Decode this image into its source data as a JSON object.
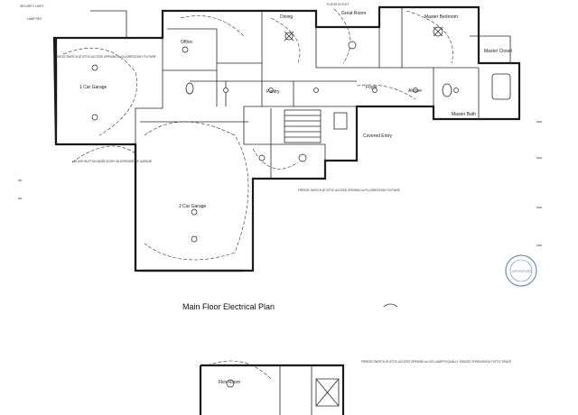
{
  "rooms": {
    "office": "Office",
    "dining": "Dining",
    "great_room": "Great Room",
    "master_bedroom": "Master Bedroom",
    "master_closet": "Master Closet",
    "garage_1": "1 Car Garage",
    "garage_2": "2 Car Garage",
    "pantry": "Pantry",
    "foyer": "Foyer",
    "alcove": "Alcove",
    "master_bath": "Master Bath",
    "covered_entry": "Covered Entry",
    "flex_room": "Flex Room"
  },
  "notes": {
    "security_light": "SECURITY LIGHT",
    "lamp_rail": "LAMP REC",
    "freeze_switch_1": "FREEZE SWITCH AT ATTIC ACCESS OPENING w/ FLUORESCENT FIXTURE",
    "freeze_switch_2": "FREEZE SWITCH AT ATTIC ACCESS OPENING w/ FLUORESCENT FIXTURE",
    "freeze_switch_3": "FREEZE SWITCH AT ATTIC ACCESS OPENING w/ LED LAMPS EQUALLY SPACED THROUGHOUT ATTIC SPACE",
    "opener_note": "LOCATE BUTTON NEAR DOOR ON INTERIOR OF GARAGE",
    "floor_outlet": "FLOOR OUTLET"
  },
  "title": {
    "main": "Main Floor Electrical Plan"
  },
  "stamp": {
    "text": "APPROVED"
  }
}
